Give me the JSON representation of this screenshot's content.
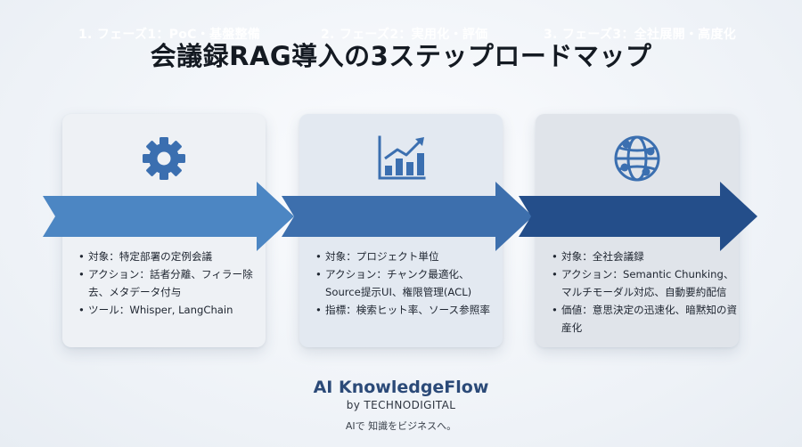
{
  "title": "会議録RAG導入の3ステップロードマップ",
  "colors": {
    "arrow_phase1": "#4c86c3",
    "arrow_phase2": "#3d6fad",
    "arrow_phase3": "#244e8a",
    "icon": "#3b6fb0"
  },
  "phases": [
    {
      "label": "1. フェーズ1：PoC・基盤整備",
      "icon": "gear-icon",
      "bullets": [
        "対象：特定部署の定例会議",
        "アクション：話者分離、フィラー除去、メタデータ付与",
        "ツール：Whisper, LangChain"
      ]
    },
    {
      "label": "2. フェーズ2：実用化・評価",
      "icon": "bar-chart-growth-icon",
      "bullets": [
        "対象：プロジェクト単位",
        "アクション：チャンク最適化、Source提示UI、権限管理(ACL)",
        "指標：検索ヒット率、ソース参照率"
      ]
    },
    {
      "label": "3. フェーズ3：全社展開・高度化",
      "icon": "globe-network-icon",
      "bullets": [
        "対象：全社会議録",
        "アクション：Semantic Chunking、マルチモーダル対応、自動要約配信",
        "価値：意思決定の迅速化、暗黙知の資産化"
      ]
    }
  ],
  "brand": {
    "name": "AI KnowledgeFlow",
    "byline": "by TECHNODIGITAL",
    "tagline": "AIで 知識をビジネスへ。"
  }
}
